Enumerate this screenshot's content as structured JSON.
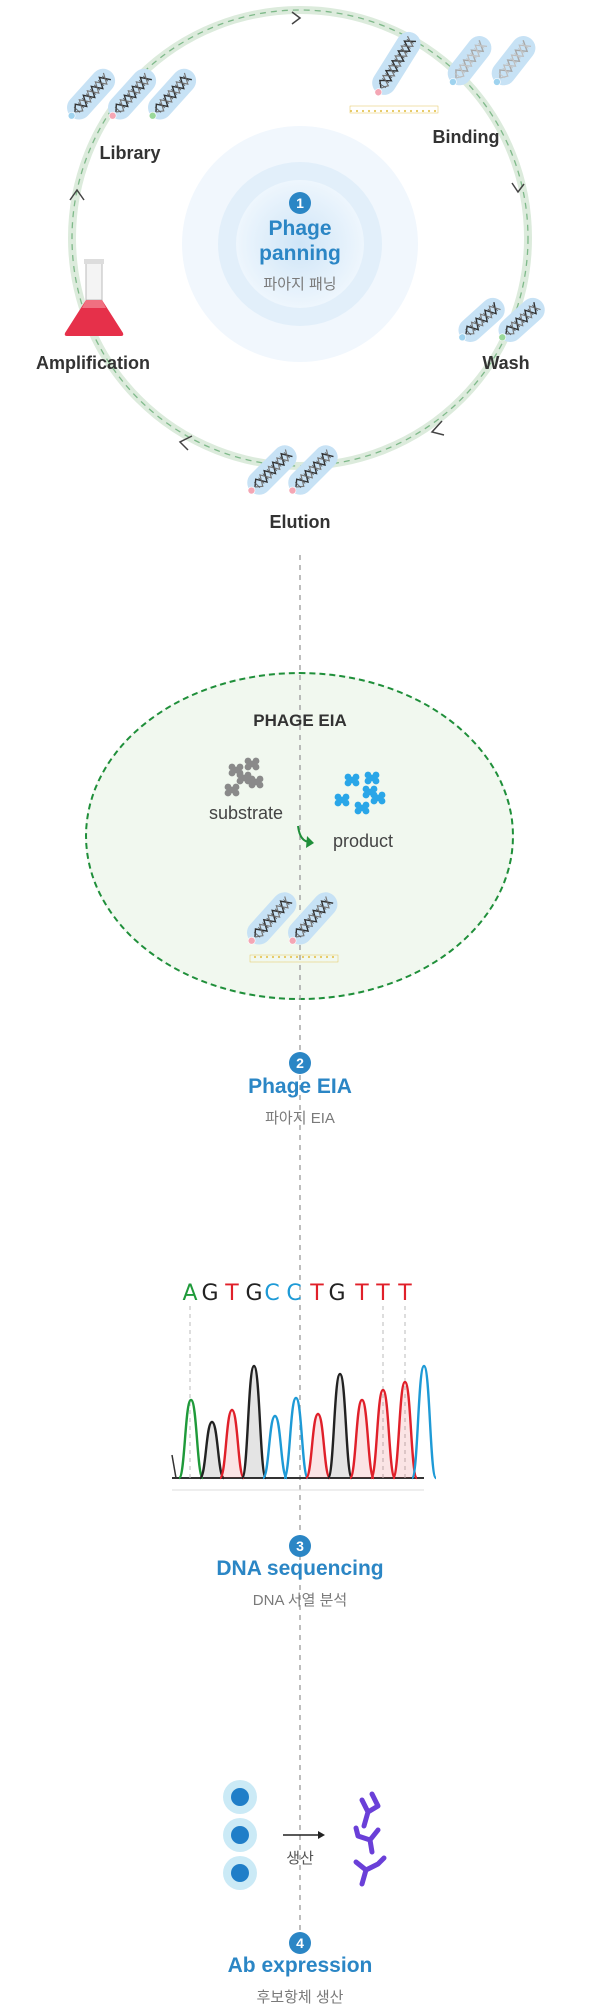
{
  "panning": {
    "number": "1",
    "title_line1": "Phage",
    "title_line2": "panning",
    "subtitle": "파아지 패닝",
    "steps": {
      "library": "Library",
      "binding": "Binding",
      "wash": "Wash",
      "elution": "Elution",
      "amplification": "Amplification"
    }
  },
  "eia": {
    "header": "PHAGE EIA",
    "substrate": "substrate",
    "product": "product",
    "number": "2",
    "title": "Phage EIA",
    "subtitle": "파아지 EIA"
  },
  "sequencing": {
    "bases": [
      "A",
      "G",
      "T",
      "G",
      "C",
      "C",
      "T",
      "G",
      "T",
      "T",
      "T"
    ],
    "number": "3",
    "title": "DNA sequencing",
    "subtitle": "DNA 서열 분석"
  },
  "expression": {
    "arrow_label": "생산",
    "number": "4",
    "title": "Ab expression",
    "subtitle": "후보항체 생산"
  },
  "colors": {
    "accent": "#2b86c5",
    "A": "#1f9a3a",
    "G": "#222222",
    "T": "#e0202a",
    "C": "#1e9ad6",
    "circle": "#b9d9b9",
    "eia_border": "#1f8f3a",
    "eia_fill": "#f1f8ef"
  }
}
